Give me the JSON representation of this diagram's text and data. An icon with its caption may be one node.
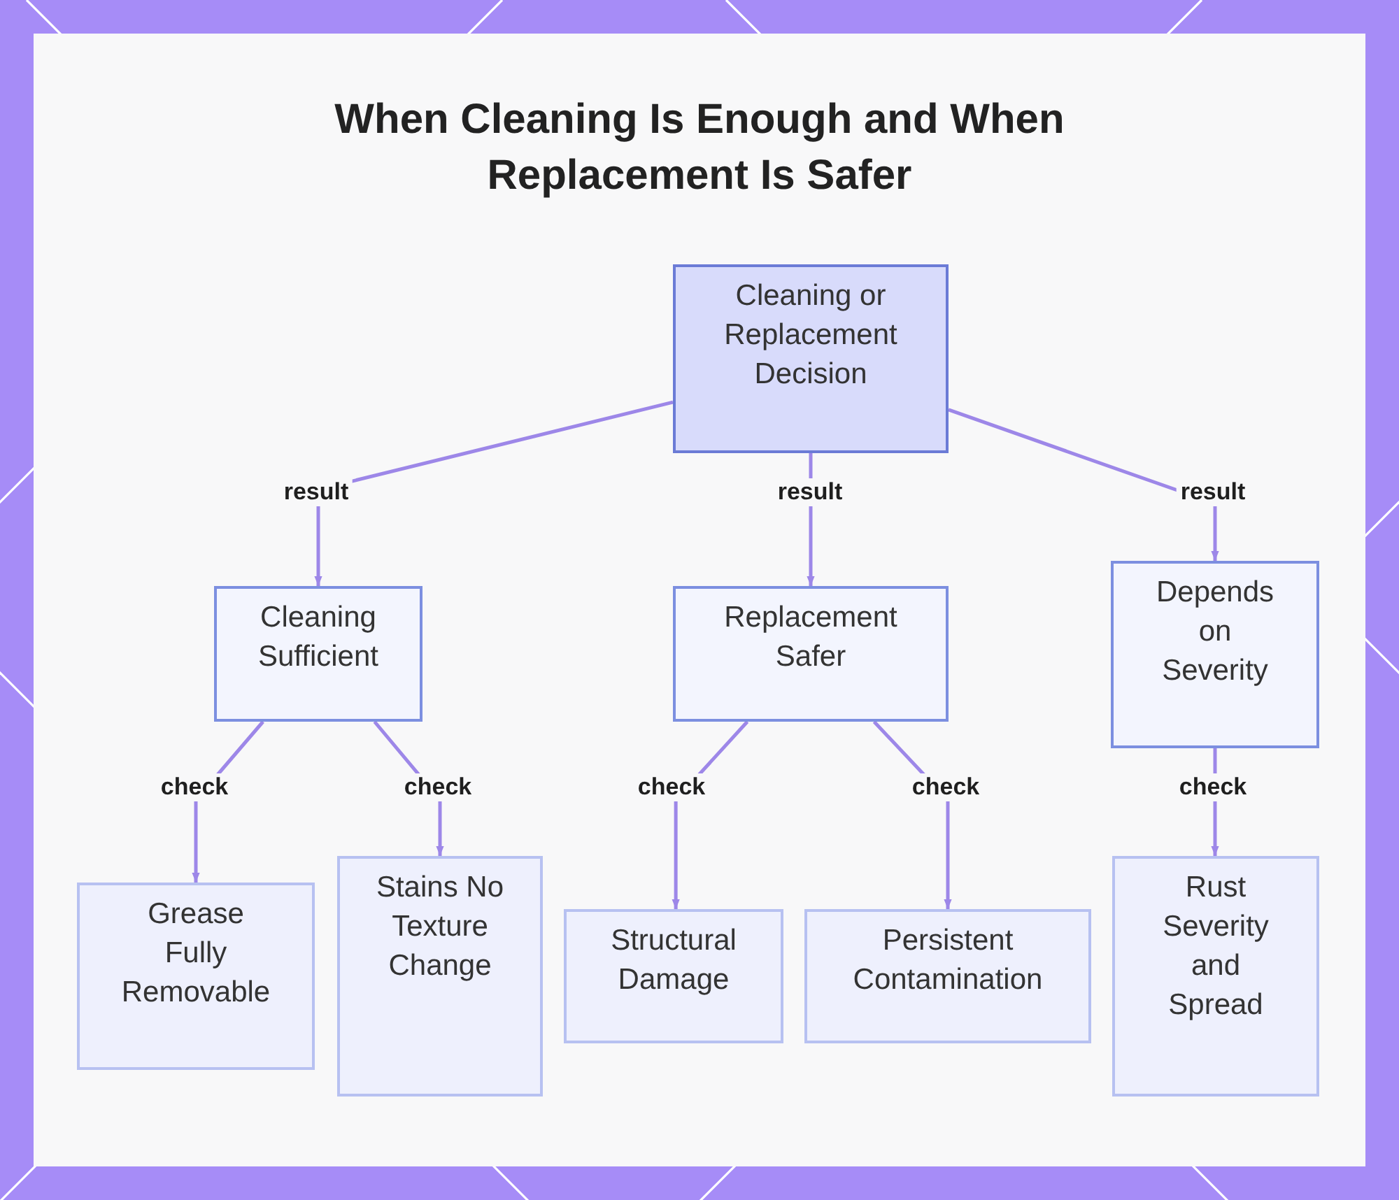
{
  "diagram": {
    "title": "When Cleaning Is Enough and When Replacement Is Safer",
    "nodes": [
      {
        "text": [
          "Cleaning or Replacement Decision"
        ]
      },
      {
        "text": [
          "Cleaning Sufficient"
        ]
      },
      {
        "text": [
          "Replacement Safer"
        ]
      },
      {
        "text": [
          "Depends on Severity"
        ]
      },
      {
        "text": [
          "Grease Fully Removable"
        ]
      },
      {
        "text": [
          "Stains No Texture Change"
        ]
      },
      {
        "text": [
          "Structural Damage"
        ]
      },
      {
        "text": [
          "Persistent Contamination"
        ]
      },
      {
        "text": [
          "Rust Severity and Spread"
        ]
      }
    ],
    "edges": [
      {
        "from": 0,
        "to": 1,
        "arrow": "to",
        "label": "result"
      },
      {
        "from": 0,
        "to": 2,
        "arrow": "to",
        "label": "result"
      },
      {
        "from": 0,
        "to": 3,
        "arrow": "to",
        "label": "result"
      },
      {
        "from": 1,
        "to": 4,
        "arrow": "to",
        "label": "check"
      },
      {
        "from": 1,
        "to": 5,
        "arrow": "to",
        "label": "check"
      },
      {
        "from": 2,
        "to": 6,
        "arrow": "to",
        "label": "check"
      },
      {
        "from": 2,
        "to": 7,
        "arrow": "to",
        "label": "check"
      },
      {
        "from": 3,
        "to": 8,
        "arrow": "to",
        "label": "check"
      }
    ]
  }
}
